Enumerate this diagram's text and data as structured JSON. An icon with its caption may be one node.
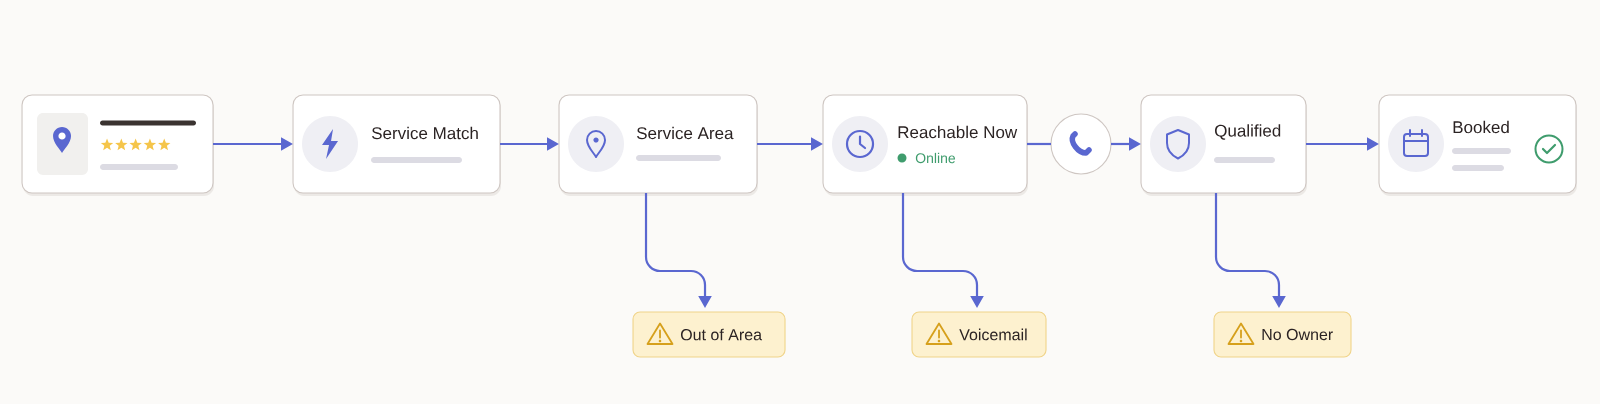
{
  "diagram": {
    "nodes": [
      {
        "text": [],
        "shape": "box"
      },
      {
        "text": [
          "Service Match"
        ]
      },
      {
        "text": [
          "Service Area"
        ]
      },
      {
        "text": [
          "Reachable Now",
          "Online"
        ]
      },
      {
        "text": [],
        "shape": "circle"
      },
      {
        "text": [
          "Qualified"
        ]
      },
      {
        "text": [
          "Booked"
        ]
      },
      {
        "text": [
          "Out of Area"
        ]
      },
      {
        "text": [
          "Voicemail"
        ]
      },
      {
        "text": [
          "No Owner"
        ]
      }
    ],
    "edges": [
      {
        "from": 0,
        "to": 1,
        "arrow": "to"
      },
      {
        "from": 1,
        "to": 2,
        "arrow": "to"
      },
      {
        "from": 2,
        "to": 3,
        "arrow": "to"
      },
      {
        "from": 3,
        "to": 4,
        "arrow": "none"
      },
      {
        "from": 4,
        "to": 5,
        "arrow": "to"
      },
      {
        "from": 5,
        "to": 6,
        "arrow": "to"
      },
      {
        "from": 2,
        "to": 7,
        "arrow": "to"
      },
      {
        "from": 3,
        "to": 8,
        "arrow": "to"
      },
      {
        "from": 5,
        "to": 9,
        "arrow": "to"
      }
    ]
  }
}
